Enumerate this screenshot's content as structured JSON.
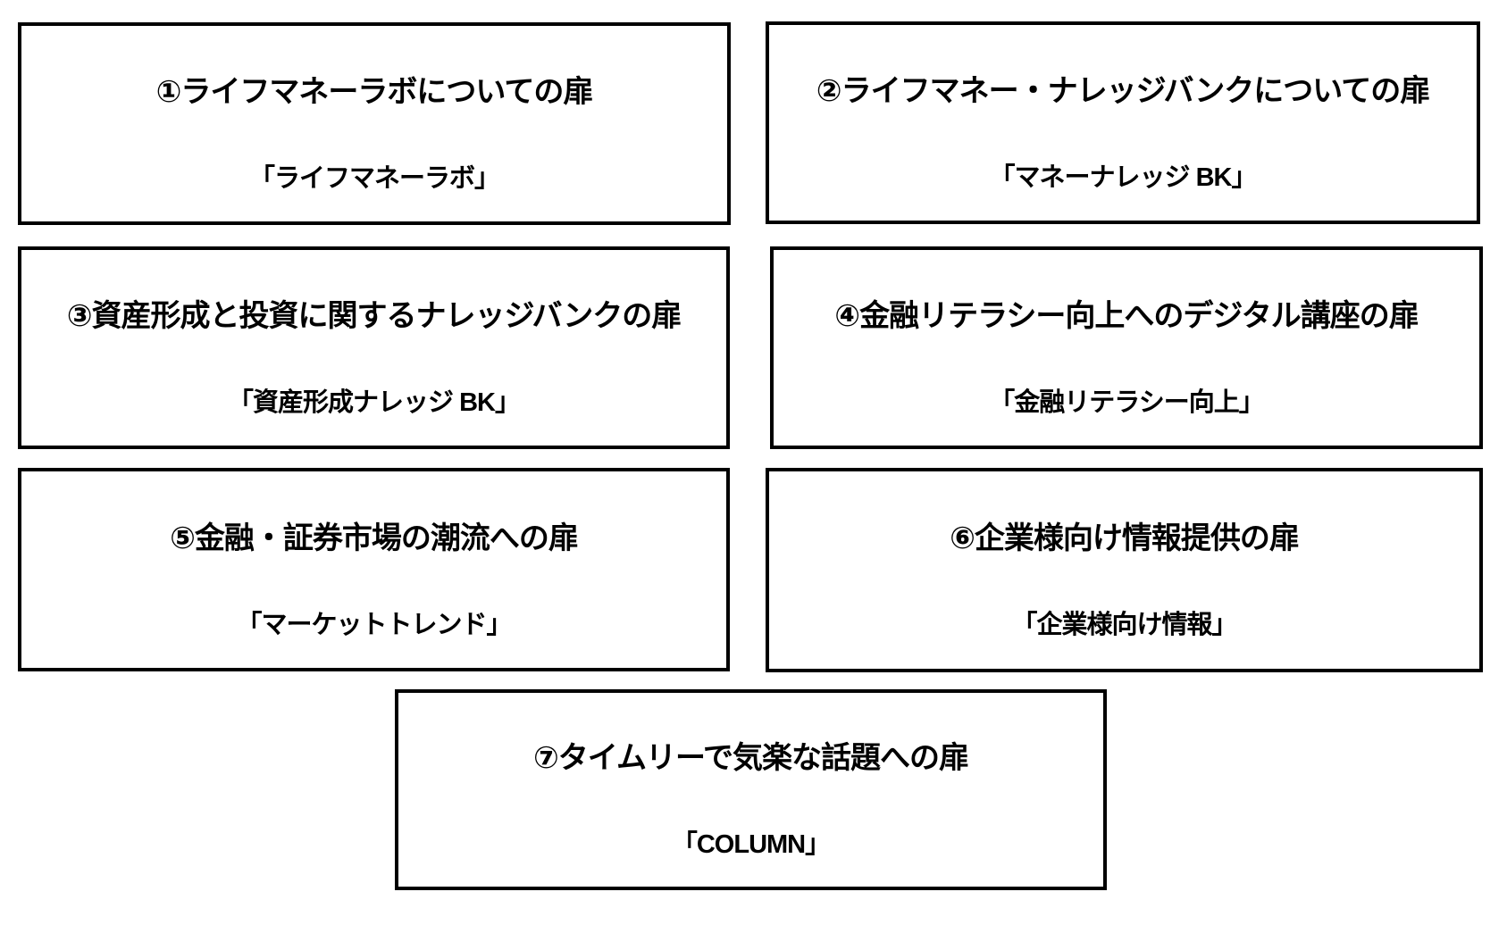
{
  "page": {
    "background_color": "#ffffff",
    "border_color": "#000000",
    "text_color": "#000000"
  },
  "doors": [
    {
      "number": "①",
      "title": "①ライフマネーラボについての扉",
      "label": "「ライフマネーラボ」"
    },
    {
      "number": "②",
      "title": "②ライフマネー・ナレッジバンクについての扉",
      "label": "「マネーナレッジ BK」"
    },
    {
      "number": "③",
      "title": "③資産形成と投資に関するナレッジバンクの扉",
      "label": "「資産形成ナレッジ BK」"
    },
    {
      "number": "④",
      "title": "④金融リテラシー向上へのデジタル講座の扉",
      "label": "「金融リテラシー向上」"
    },
    {
      "number": "⑤",
      "title": "⑤金融・証券市場の潮流への扉",
      "label": "「マーケットトレンド」"
    },
    {
      "number": "⑥",
      "title": "⑥企業様向け情報提供の扉",
      "label": "「企業様向け情報」"
    },
    {
      "number": "⑦",
      "title": "⑦タイムリーで気楽な話題への扉",
      "label": "「COLUMN」"
    }
  ]
}
